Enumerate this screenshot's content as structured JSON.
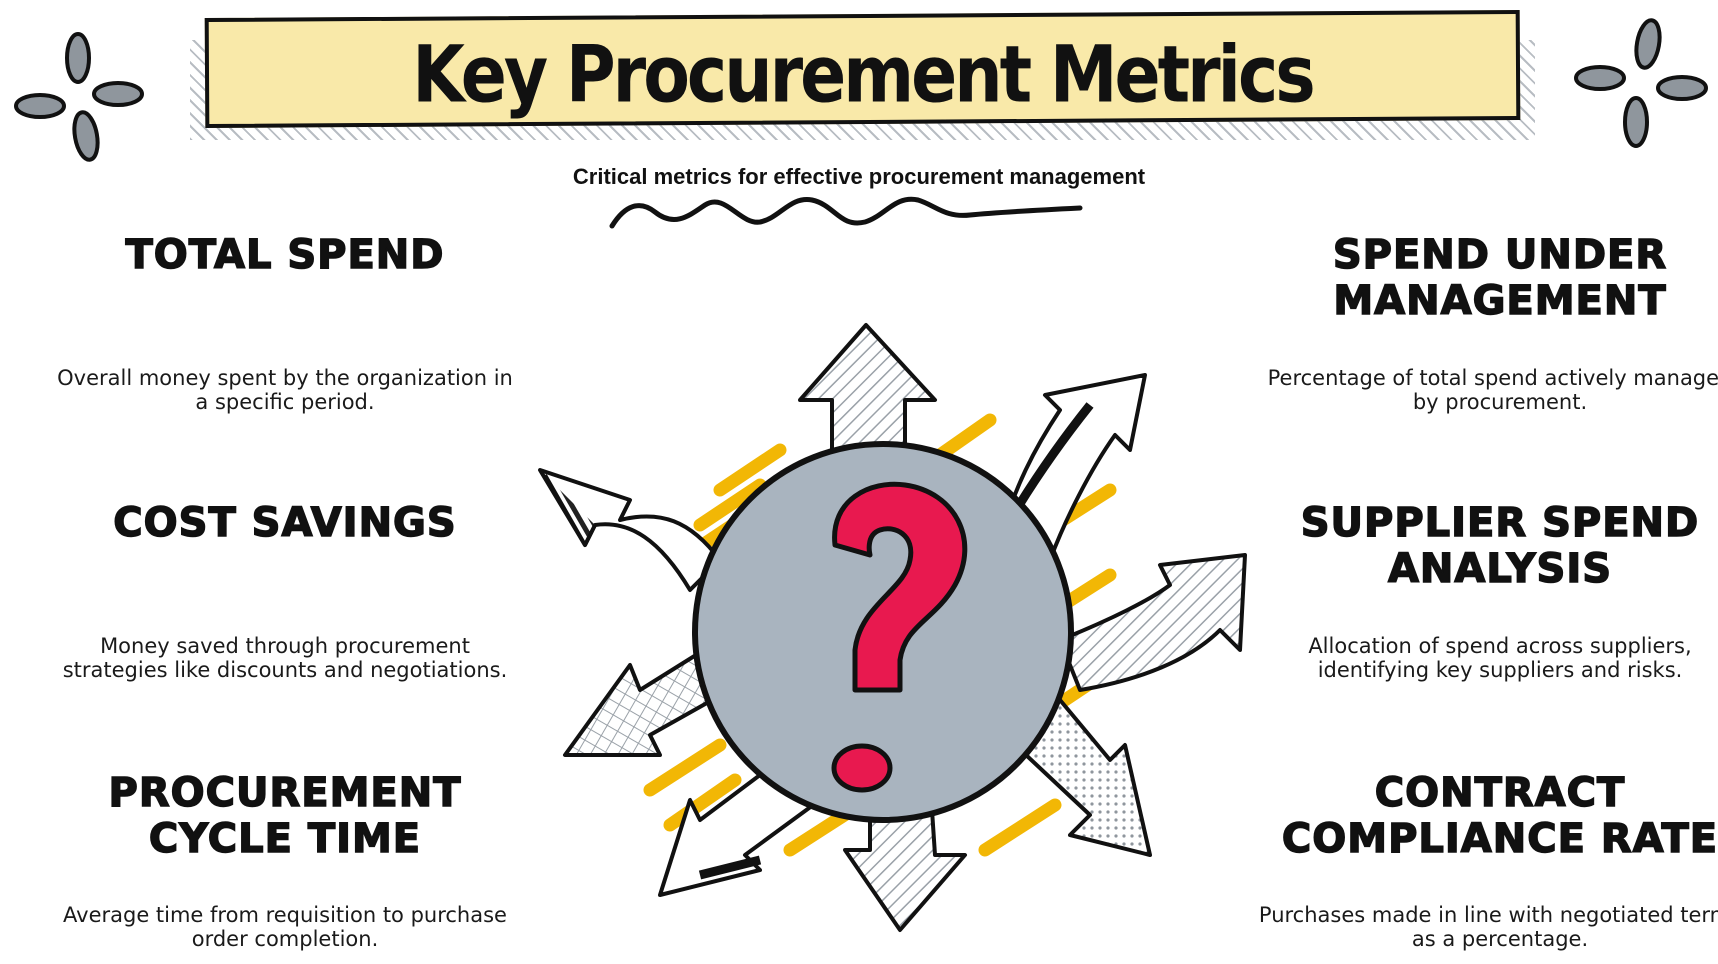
{
  "title": "Key Procurement Metrics",
  "subtitle": "Critical metrics for effective procurement management",
  "metrics": {
    "left": [
      {
        "title": "Total Spend",
        "description": "Overall money spent by the organization in a specific period."
      },
      {
        "title": "Cost Savings",
        "description": "Money saved through procurement strategies like discounts and negotiations."
      },
      {
        "title": "Procurement Cycle Time",
        "description": "Average time from requisition to purchase order completion."
      }
    ],
    "right": [
      {
        "title": "Spend Under Management",
        "description": "Percentage of total spend actively managed by procurement."
      },
      {
        "title": "Supplier Spend Analysis",
        "description": "Allocation of spend across suppliers, identifying key suppliers and risks."
      },
      {
        "title": "Contract Compliance Rate",
        "description": "Purchases made in line with negotiated terms as a percentage."
      }
    ]
  },
  "colors": {
    "banner": "#f9e9a9",
    "circle": "#a9b4bf",
    "question_mark": "#e8194f",
    "accent_strokes": "#f2b705"
  },
  "icons": [
    "question-mark-icon",
    "sparkle-icon",
    "arrow-icon"
  ]
}
